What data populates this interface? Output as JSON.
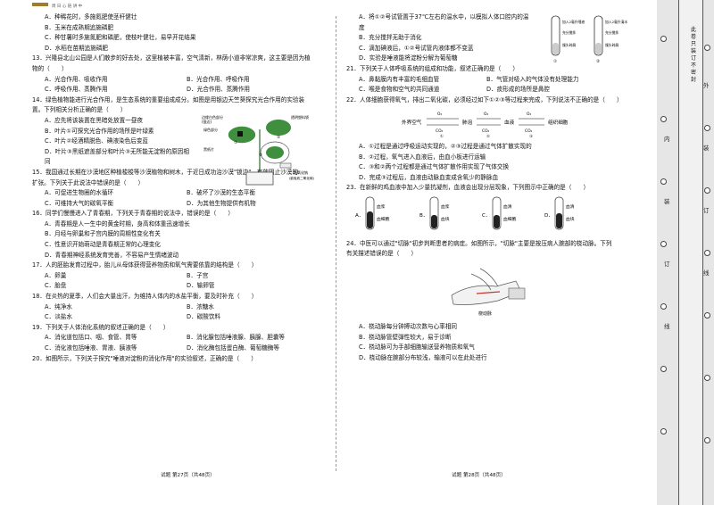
{
  "left_page": {
    "header_tag": "周 日 心 链 讲 中",
    "lines": [
      {
        "t": "A．种稀花时，多施氮肥使茎秆健壮",
        "ind": true
      },
      {
        "t": "B．玉米在成熟期追施磷肥",
        "ind": true
      },
      {
        "t": "C．种甘薯时多施氮肥和磷肥，使枝叶健壮，易早开花结果",
        "ind": true
      },
      {
        "t": "D．水稻在苗期追施磷肥",
        "ind": true
      },
      {
        "t": "13．兴隆县北山公园是人们散步的好去处，这里植被丰富，空气清新，林荫小道非常凉爽，这主要是因为植",
        "ind": false
      },
      {
        "t": "物的（　　）",
        "ind": false
      }
    ],
    "q13_opts": [
      "A．光合作用、吸收作用",
      "B．光合作用、呼吸作用",
      "C．呼吸作用、蒸腾作用",
      "D．光合作用、蒸腾作用"
    ],
    "q14": [
      {
        "t": "14．绿色植物能进行光合作用，是生态系统的重要组成成分。如图是用银边天竺葵探究光合作用的实验装",
        "ind": false
      },
      {
        "t": "置。下列相关分析正确的是（　　）",
        "ind": false
      },
      {
        "t": "A．应先将该装置在黑暗处放置一昼夜",
        "ind": true
      },
      {
        "t": "B．叶片①可探究光合作用的场所是叶绿素",
        "ind": true
      },
      {
        "t": "C．叶片②经酒精脱色、碘液染色后变蓝",
        "ind": true
      },
      {
        "t": "D．叶片③黑纸遮盖部分和叶片③无所能无淀粉的原因相",
        "ind": true
      },
      {
        "t": "同",
        "ind": true
      }
    ],
    "q14_fig": {
      "lab1": "边缘白色部分",
      "lab1b": "(银边)",
      "lab2": "绿色部分",
      "lab3": "透明塑料袋",
      "lab4": "黑纸片",
      "lab5": "氢氧化钠",
      "lab6": "(能吸收二氧化碳)",
      "n1": "①",
      "n2": "②",
      "n3": "③"
    },
    "q15": [
      {
        "t": "15．我国通过长期在沙漠地区种植梭梭等沙漠植物和树木，于近日成功治沙漠\"锁边\"，有效阻止沙漠的",
        "ind": false
      },
      {
        "t": "扩张。下列关于此说法中错误的是（　　）",
        "ind": false
      }
    ],
    "q15_opts": [
      "A．可促进生物圈的水循环",
      "B．破坏了沙漠的生态平衡",
      "C．可维持大气的碳氧平衡",
      "D．为其他生物提供有机物"
    ],
    "q16": [
      {
        "t": "16．同学们慢慢进入了青春期，下列关于青春期的说法中，错误的是（　　）",
        "ind": false
      },
      {
        "t": "A．青春期是人一生中的黄金时期，身高和体重迅速增长",
        "ind": true
      },
      {
        "t": "B．月经与卵巢和子宫内膜的周期性变化有关",
        "ind": true
      },
      {
        "t": "C．性意识开始萌动是青春期正常的心理变化",
        "ind": true
      },
      {
        "t": "D．青春期神经系统发育完善，不容易产生情绪波动",
        "ind": true
      },
      {
        "t": "17．人的胚胎发育过程中，胎儿从母体获得营养物质和氧气需要依靠的结构是（　　）",
        "ind": false
      }
    ],
    "q17_opts": [
      "A．卵巢",
      "B．子宫",
      "C．胎盘",
      "D．输卵管"
    ],
    "q18": [
      {
        "t": "18．在炎热的夏季，人们会大量出汗，为维持人体内的水盐平衡，要及时补充（　　）",
        "ind": false
      }
    ],
    "q18_opts": [
      "A．纯净水",
      "B．浓糖水",
      "C．淡盐水",
      "D．碳酸饮料"
    ],
    "q19": [
      {
        "t": "19．下列关于人体消化系统的叙述正确的是（　　）",
        "ind": false
      }
    ],
    "q19_opts": [
      "A．消化道包括口、咽、食管、胃等",
      "B．消化腺包括唾液腺、胰腺、胆囊等",
      "C．消化液包括唾液、胃液、胰液等",
      "D．消化酶包括蛋白酶、葡萄糖酶等"
    ],
    "q20": [
      {
        "t": "20．如图所示，下列关于探究\"唾液对淀粉的消化作用\"的实验叙述，正确的是（　　）",
        "ind": false
      }
    ],
    "footer": "试题  第27页（共48页）"
  },
  "right_page": {
    "q20_opts": [
      "A．将①②号试管置于37℃左右的温水中，以模拟人体口腔内的温",
      "度",
      "B．充分搅拌无助于消化",
      "C．滴加碘液后，①②号试管内液体都不变蓝",
      "D．实验是唾液能将淀粉分解为葡萄糖"
    ],
    "q20_fig": {
      "t1a": "加入2毫升唾液",
      "t1b": "充分搅拌",
      "t1c": "馒头碎屑",
      "t2a": "加入2毫升清水",
      "t2b": "充分搅拌",
      "t2c": "馒头碎屑",
      "n1": "①",
      "n2": "②"
    },
    "q21": [
      {
        "t": "21．下列关于人体呼吸系统的组成和功能，叙述正确的是（　　）",
        "ind": false
      }
    ],
    "q21_opts": [
      "A．鼻黏膜内有丰富的毛细血管",
      "B．气管对吸入的气体没有处理能力",
      "C．喉是食物和空气的共同通道",
      "D．痰形成的场所是鼻腔"
    ],
    "q22": [
      {
        "t": "22．人体细胞获得氧气，排出二氧化碳，必须经过如下①②③等过程来完成，下列说法不正确的是（　　）",
        "ind": false
      }
    ],
    "q22_fig": {
      "a": "外界空气",
      "b": "肺泡",
      "c": "血液",
      "d": "组织细胞",
      "o2": "O₂",
      "co2": "CO₂",
      "n1": "①",
      "n2": "②",
      "n3": "③"
    },
    "q22_opts": [
      "A．①过程是通过呼吸运动实现的，②③过程是通过气体扩散实现的",
      "B．②过程，氧气进入血液后，由血小板进行运输",
      "C．③和②两个过程都是通过气体扩散作用实现了气体交换",
      "D．完成③过程后，血液由动脉血变成含氧少的静脉血"
    ],
    "q23": [
      {
        "t": "23．在新鲜的鸡血液中加入少量抗凝剂，血液会出现分层现象，下列图示中正确的是（　　）",
        "ind": false
      }
    ],
    "q23_fig": {
      "a": "A．",
      "b": "B．",
      "c": "C．",
      "d": "D．",
      "a1": "血浆",
      "a2": "血细胞",
      "b1": "血浆",
      "b2": "血块",
      "c1": "血清",
      "c2": "血细胞",
      "d1": "血清",
      "d2": "血块"
    },
    "q24": [
      {
        "t": "24．中医可以通过\"切脉\"初步判断患者的病症。如图所示，\"切脉\"主要是按压病人腕部的桡动脉。下列",
        "ind": false
      },
      {
        "t": "有关描述错误的是（　　）",
        "ind": false
      }
    ],
    "q24_fig_caption": "桡动脉",
    "q24_opts": [
      "A．桡动脉每分钟搏动次数与心率相同",
      "B．桡动脉管壁弹性较大，易于诊断",
      "C．桡动脉可为手部细胞输送营养物质和氧气",
      "D．桡动脉在腕部分布较浅，输液可以在此处进行"
    ],
    "footer": "试题  第28页（共48页）"
  },
  "gutter": {
    "inner_labels": [
      "内",
      "装",
      "订",
      "线"
    ],
    "outer_labels": [
      "外",
      "装",
      "订",
      "线"
    ],
    "seal_text": "此卷只装订不密封"
  }
}
